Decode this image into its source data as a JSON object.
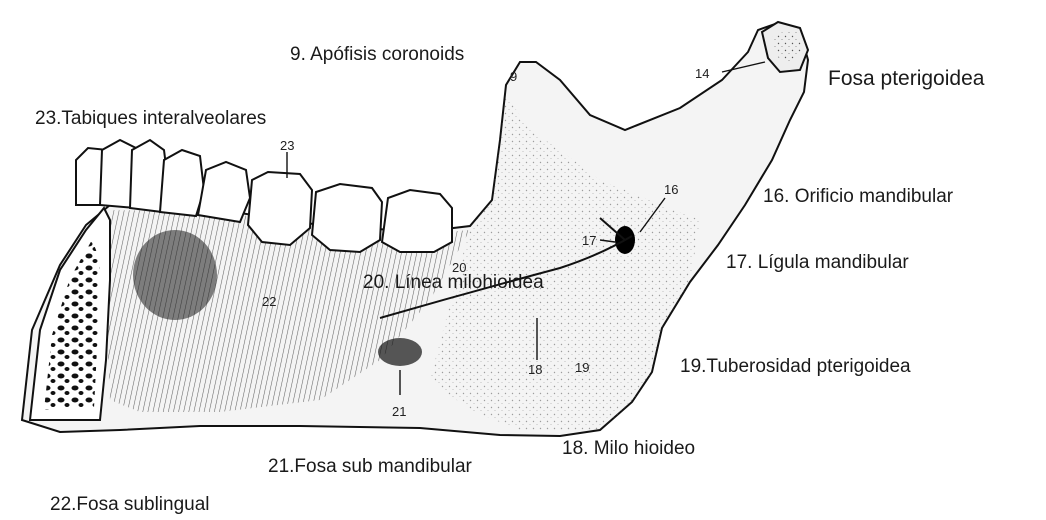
{
  "labels": {
    "apofisis_coronoides": "9. Apófisis coronoids",
    "fosa_pterigoidea": "Fosa pterigoidea",
    "tabiques_interalveolares": "23.Tabiques interalveolares",
    "orificio_mandibular": "16. Orificio mandibular",
    "ligula_mandibular": "17. Lígula mandibular",
    "linea_milohioidea": "20. Línea milohioidea",
    "tuberosidad_pterigoidea": "19.Tuberosidad pterigoidea",
    "milo_hioideo": "18. Milo hioideo",
    "fosa_sub_mandibular": "21.Fosa sub mandibular",
    "fosa_sublingual": "22.Fosa sublingual"
  },
  "callouts": {
    "n9": "9",
    "n14": "14",
    "n23": "23",
    "n16": "16",
    "n17": "17",
    "n20": "20",
    "n22": "22",
    "n18": "18",
    "n19": "19",
    "n21": "21"
  }
}
